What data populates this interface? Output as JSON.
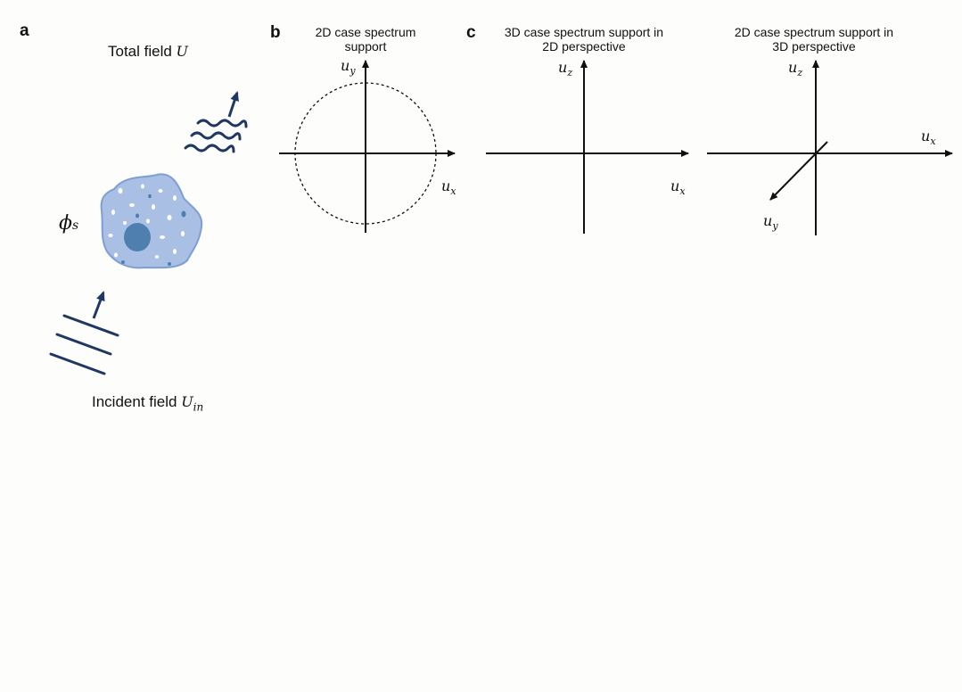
{
  "panel_a": {
    "label": "a",
    "total_field": {
      "text": "Total field ",
      "symbol": "U"
    },
    "incident_field": {
      "text": "Incident field ",
      "symbol": "U",
      "sub": "in"
    },
    "phase": {
      "symbol": "ϕ",
      "sub": "s"
    }
  },
  "panel_b": {
    "label": "b",
    "title_line1": "2D case spectrum",
    "title_line2": "support",
    "axis_y": {
      "symbol": "u",
      "sub": "y"
    },
    "axis_x": {
      "symbol": "u",
      "sub": "x"
    }
  },
  "panel_c": {
    "label": "c",
    "left": {
      "title_line1": "3D case spectrum support in",
      "title_line2": "2D perspective",
      "axis_z": {
        "symbol": "u",
        "sub": "z"
      },
      "axis_x": {
        "symbol": "u",
        "sub": "x"
      }
    },
    "right": {
      "title_line1": "2D case spectrum support in",
      "title_line2": "3D perspective",
      "axis_z": {
        "symbol": "u",
        "sub": "z"
      },
      "axis_x": {
        "symbol": "u",
        "sub": "x"
      },
      "axis_y": {
        "symbol": "u",
        "sub": "y"
      }
    }
  },
  "colors": {
    "wave": "#1f3763",
    "cell_fill": "#a9bfe4",
    "cell_edge": "#7f9fd4",
    "nucleus": "#4f7fae",
    "axis": "#111111"
  }
}
